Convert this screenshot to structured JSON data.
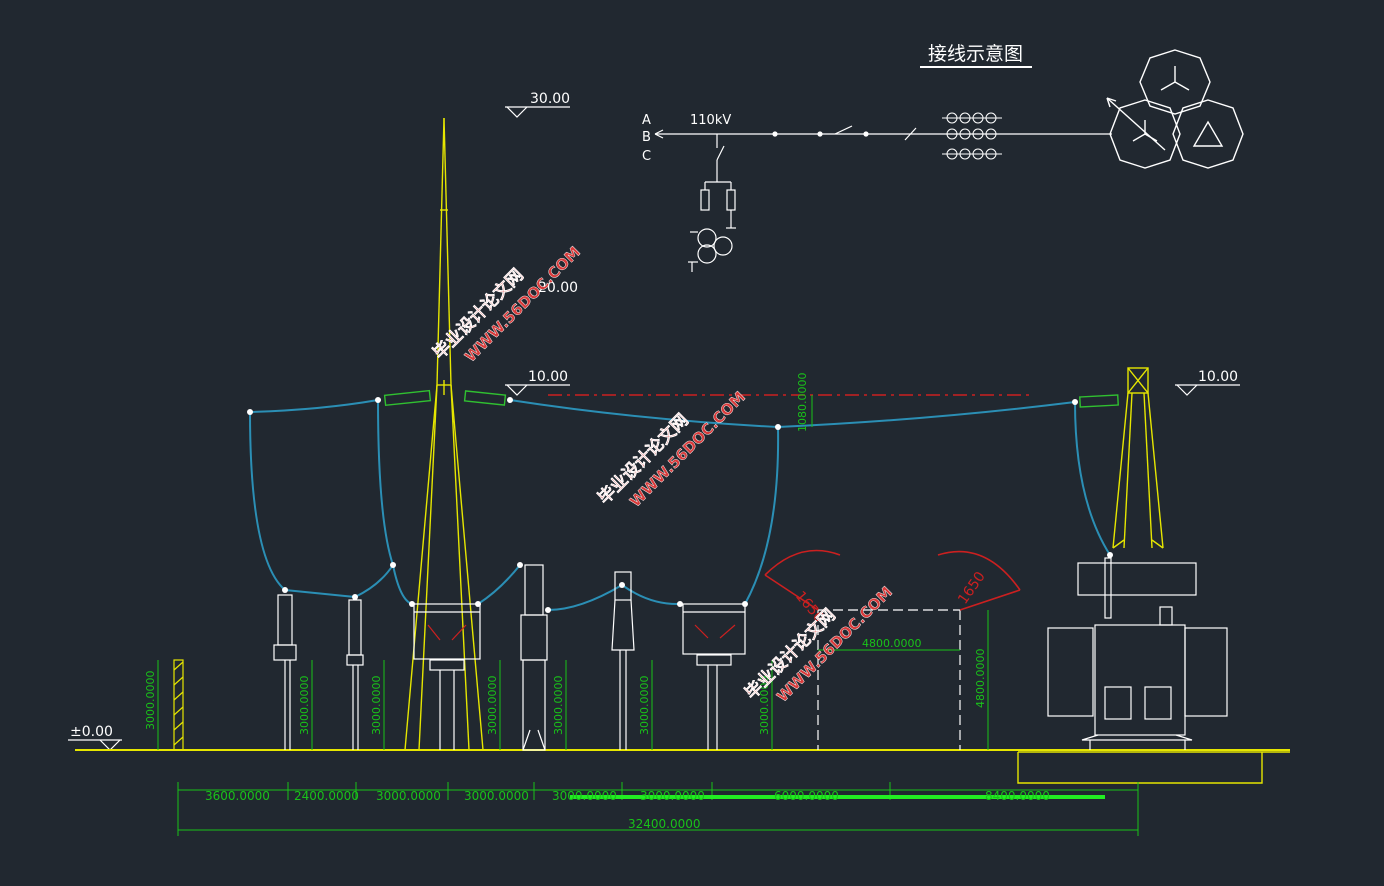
{
  "title": "接线示意图",
  "voltage": "110kV",
  "phases": [
    "A",
    "B",
    "C"
  ],
  "elevations": {
    "top": "30.00",
    "mid": "20.00",
    "left_beam": "10.00",
    "right_beam": "10.00",
    "ground": "±0.00"
  },
  "vertical_dims": {
    "sag": "1080.0000",
    "support": "3000.0000",
    "fence_width": "4800.0000",
    "fence_height": "4800.0000"
  },
  "clearance_arcs": [
    "1650",
    "1650"
  ],
  "bay_dims": [
    "3600.0000",
    "2400.0000",
    "3000.0000",
    "3000.0000",
    "3000.0000",
    "3000.0000",
    "6000.0000",
    "8400.0000"
  ],
  "total_dim": "32400.0000",
  "watermarks": [
    {
      "cn": "毕业设计论文网",
      "url": "WWW.56DOC.COM"
    },
    {
      "cn": "毕业设计论文网",
      "url": "WWW.56DOC.COM"
    },
    {
      "cn": "毕业设计论文网",
      "url": "WWW.56DOC.COM"
    }
  ],
  "colors": {
    "background": "#212830",
    "structure": "#e6e600",
    "conductor": "#2b8fb5",
    "dimension": "#19c219",
    "axis": "#cc2020",
    "equipment": "#ffffff"
  }
}
